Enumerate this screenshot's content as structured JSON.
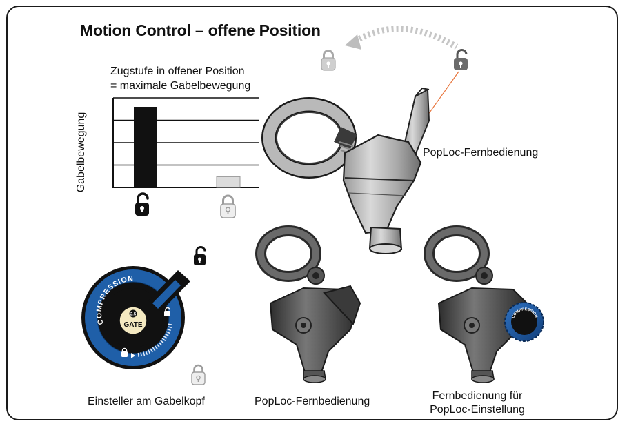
{
  "title": "Motion Control – offene Position",
  "chart": {
    "caption_line1": "Zugstufe in offener Position",
    "caption_line2": "= maximale Gabelbewegung",
    "ylabel": "Gabelbewegung"
  },
  "chart_data": {
    "type": "bar",
    "categories": [
      "offen",
      "geschlossen"
    ],
    "values": [
      0.9,
      0.12
    ],
    "ylabel": "Gabelbewegung",
    "ylim": [
      0,
      1
    ],
    "grid": true,
    "colors": [
      "#111111",
      "#dcdcdc"
    ]
  },
  "labels": {
    "remote_top": "PopLoc-Fernbedienung",
    "dial": "Einsteller am Gabelkopf",
    "remote_bottom": "PopLoc-Fernbedienung",
    "remote_adjust_line1": "Fernbedienung für",
    "remote_adjust_line2": "PopLoc-Einstellung"
  },
  "dial_text": {
    "compression": "COMPRESSION",
    "gate": "GATE",
    "gate_value": "2.5"
  },
  "knob_text": "COMPRESSION",
  "colors": {
    "accent_blue": "#1f5fa8",
    "dark": "#111111",
    "remote_gray": "#7d7d7d",
    "guide_orange": "#e8743b"
  },
  "icons": [
    "lock-open-icon",
    "lock-closed-icon",
    "curved-arrow-icon"
  ]
}
